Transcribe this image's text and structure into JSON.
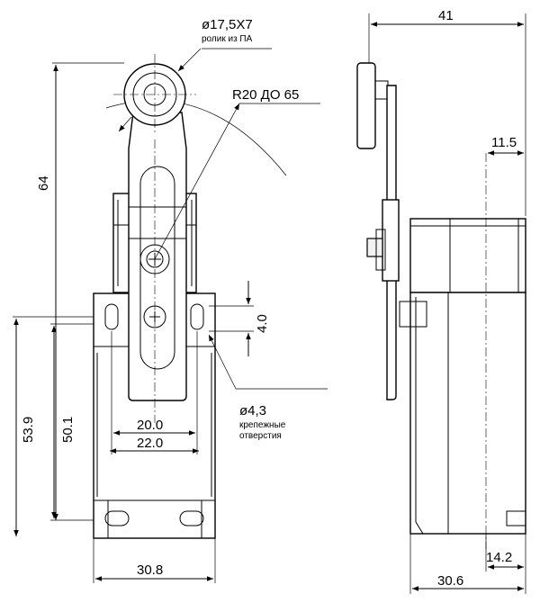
{
  "dimensions": {
    "roller": "ø17,5X7",
    "roller_note": "ролик из ПА",
    "radius": "R20 ДО 65",
    "height_total": "64",
    "height_53": "53.9",
    "height_50": "50.1",
    "slot_pitch": "4.0",
    "holes_inner": "20.0",
    "holes_outer": "22.0",
    "width_body": "30.8",
    "side_width": "41",
    "side_offset": "11.5",
    "side_depth": "30.6",
    "side_step": "14.2",
    "mount_hole": "ø4,3",
    "mount_note_1": "крепежные",
    "mount_note_2": "отверстия"
  }
}
